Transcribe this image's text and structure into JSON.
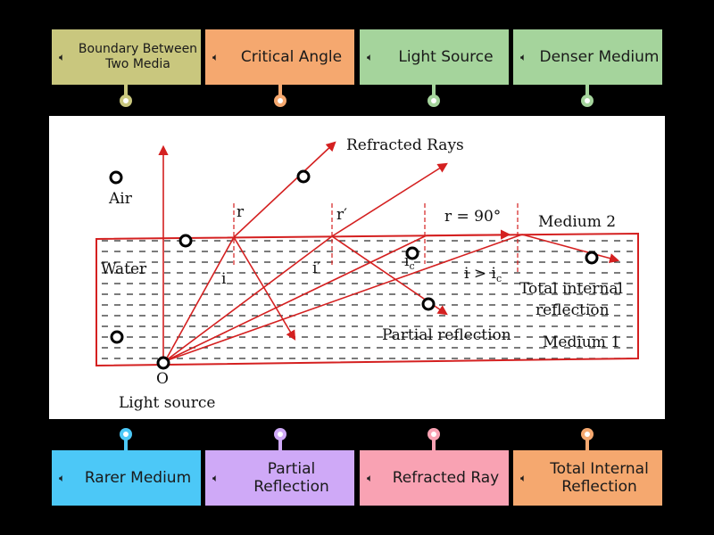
{
  "labels_top": [
    {
      "text": "Boundary Between Two Media",
      "color": "#c9c77e"
    },
    {
      "text": "Critical Angle",
      "color": "#f5a86f"
    },
    {
      "text": "Light Source",
      "color": "#a5d49c"
    },
    {
      "text": "Denser Medium",
      "color": "#a5d49c"
    }
  ],
  "labels_bottom": [
    {
      "text": "Rarer Medium",
      "color": "#4cc8f7"
    },
    {
      "text": "Partial Reflection",
      "color": "#cfa9f7"
    },
    {
      "text": "Refracted Ray",
      "color": "#f9a2b3"
    },
    {
      "text": "Total Internal Reflection",
      "color": "#f5a86f"
    }
  ],
  "speaker_icon": "speaker-icon",
  "diagram": {
    "refracted_rays": "Refracted Rays",
    "air": "Air",
    "water": "Water",
    "r": "r",
    "r_prime": "r′",
    "r_90": "r  = 90°",
    "medium2": "Medium 2",
    "i": "i",
    "i_prime": "i′",
    "ic": "i",
    "ic_sub": "c",
    "i_gt_ic": "i > i",
    "i_gt_ic_sub": "c",
    "tir_line1": "Total internal",
    "tir_line2": "reflection",
    "partial_reflection": "Partial reflection",
    "medium1": "Medium 1",
    "o": "O",
    "light_source": "Light source",
    "ray_color": "#d42020"
  }
}
